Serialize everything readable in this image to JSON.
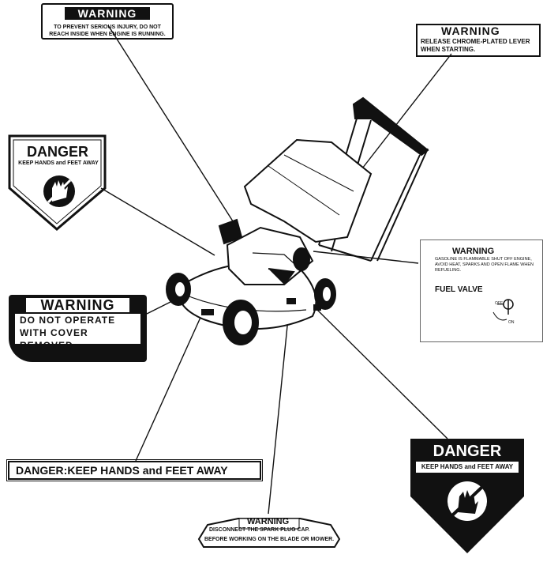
{
  "labels": {
    "warning_reach": {
      "heading": "WARNING",
      "text": "TO PREVENT SERIOUS INJURY, DO NOT REACH INSIDE WHEN ENGINE IS RUNNING."
    },
    "warning_lever": {
      "heading": "WARNING",
      "text": "RELEASE CHROME-PLATED LEVER WHEN STARTING."
    },
    "danger_hands_top": {
      "heading": "DANGER",
      "text": "KEEP HANDS and FEET AWAY"
    },
    "warning_cover": {
      "heading": "WARNING",
      "text": "DO NOT OPERATE WITH COVER REMOVED"
    },
    "warning_fuel": {
      "heading": "WARNING",
      "text": "GASOLINE IS FLAMMABLE SHUT OFF ENGINE, AVOID HEAT, SPARKS AND OPEN FLAME WHEN REFUELING.",
      "subheading": "FUEL VALVE",
      "off": "OFF",
      "on": "ON"
    },
    "danger_strip": {
      "text": "DANGER:KEEP HANDS and FEET AWAY"
    },
    "warning_spark": {
      "heading": "WARNING",
      "line1": "DISCONNECT THE SPARK PLUG CAP.",
      "line2": "BEFORE WORKING ON THE BLADE OR MOWER."
    },
    "danger_hands_bottom": {
      "heading": "DANGER",
      "text": "KEEP HANDS and FEET AWAY"
    }
  }
}
